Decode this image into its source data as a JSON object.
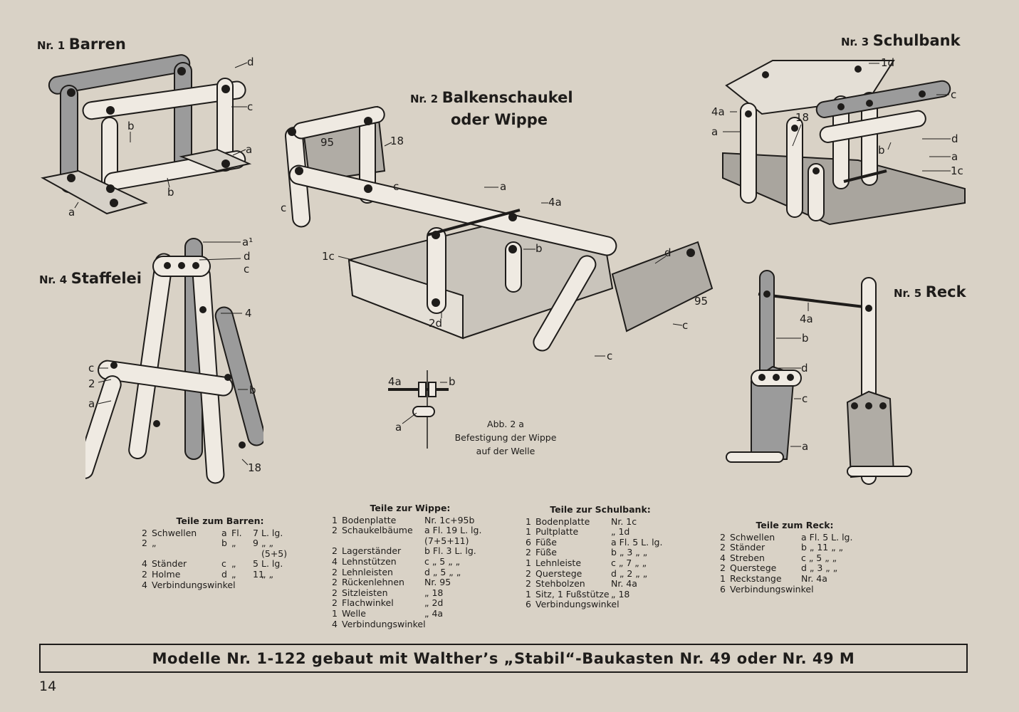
{
  "models": [
    {
      "nr": "Nr. 1",
      "name": "Barren"
    },
    {
      "nr": "Nr. 2",
      "name": "Balkenschaukel",
      "name2": "oder Wippe"
    },
    {
      "nr": "Nr. 3",
      "name": "Schulbank"
    },
    {
      "nr": "Nr. 4",
      "name": "Staffelei"
    },
    {
      "nr": "Nr. 5",
      "name": "Reck"
    }
  ],
  "figure_labels": {
    "barren": [
      "d",
      "c",
      "b",
      "a",
      "b",
      "a"
    ],
    "wippe": [
      "95",
      "18",
      "c",
      "a",
      "4a",
      "c",
      "b",
      "1c",
      "d",
      "95",
      "c",
      "2d",
      "c"
    ],
    "schulbank": [
      "1d",
      "c",
      "4a",
      "18",
      "a",
      "d",
      "b",
      "a",
      "1c"
    ],
    "staffelei": [
      "a¹",
      "d",
      "c",
      "4",
      "c",
      "2",
      "b",
      "a",
      "18"
    ],
    "reck": [
      "4a",
      "b",
      "d",
      "c",
      "a"
    ],
    "detail": [
      "4a",
      "b",
      "a"
    ]
  },
  "caption": {
    "line1": "Abb. 2 a",
    "line2": "Befestigung der Wippe",
    "line3": "auf der Welle"
  },
  "parts_barren": {
    "title": "Teile zum Barren:",
    "rows": [
      {
        "qty": "2",
        "name": "Schwellen",
        "code": "a",
        "kind": "Fl.",
        "size": "7",
        "unit": "L. lg."
      },
      {
        "qty": "2",
        "name": "„",
        "code": "b",
        "kind": "„",
        "size": "9",
        "unit": "„   „"
      },
      {
        "qty": "",
        "name": "",
        "code": "",
        "kind": "",
        "size": "",
        "unit": "(5+5)"
      },
      {
        "qty": "4",
        "name": "Ständer",
        "code": "c",
        "kind": "„",
        "size": "5",
        "unit": "L. lg."
      },
      {
        "qty": "2",
        "name": "Holme",
        "code": "d",
        "kind": "„",
        "size": "11",
        "unit": "„   „"
      },
      {
        "qty": "4",
        "name": "Verbindungswinkel",
        "code": "",
        "kind": "",
        "size": "",
        "unit": ""
      }
    ]
  },
  "parts_wippe": {
    "title": "Teile zur Wippe:",
    "rows": [
      {
        "qty": "1",
        "name": "Bodenplatte",
        "spec": "Nr. 1c+95b"
      },
      {
        "qty": "2",
        "name": "Schaukelbäume",
        "spec": "a Fl. 19 L. lg."
      },
      {
        "qty": "",
        "name": "",
        "spec": "(7+5+11)"
      },
      {
        "qty": "2",
        "name": "Lagerständer",
        "spec": "b Fl.   3 L. lg."
      },
      {
        "qty": "4",
        "name": "Lehnstützen",
        "spec": "c  „   5  „  „"
      },
      {
        "qty": "2",
        "name": "Lehnleisten",
        "spec": "d  „   5  „  „"
      },
      {
        "qty": "2",
        "name": "Rückenlehnen",
        "spec": "Nr. 95"
      },
      {
        "qty": "2",
        "name": "Sitzleisten",
        "spec": "„  18"
      },
      {
        "qty": "2",
        "name": "Flachwinkel",
        "spec": "„  2d"
      },
      {
        "qty": "1",
        "name": "Welle",
        "spec": "„  4a"
      },
      {
        "qty": "4",
        "name": "Verbindungswinkel",
        "spec": ""
      }
    ]
  },
  "parts_schulbank": {
    "title": "Teile zur Schulbank:",
    "rows": [
      {
        "qty": "1",
        "name": "Bodenplatte",
        "spec": "Nr.  1c"
      },
      {
        "qty": "1",
        "name": "Pultplatte",
        "spec": "„   1d"
      },
      {
        "qty": "6",
        "name": "Füße",
        "spec": "a Fl.  5 L. lg."
      },
      {
        "qty": "2",
        "name": "Füße",
        "spec": "b  „   3  „   „"
      },
      {
        "qty": "1",
        "name": "Lehnleiste",
        "spec": "c  „   7  „   „"
      },
      {
        "qty": "2",
        "name": "Querstege",
        "spec": "d  „   2  „   „"
      },
      {
        "qty": "2",
        "name": "Stehbolzen",
        "spec": "Nr.  4a"
      },
      {
        "qty": "1",
        "name": "Sitz, 1 Fußstütze",
        "spec": "„   18"
      },
      {
        "qty": "6",
        "name": "Verbindungswinkel",
        "spec": ""
      }
    ]
  },
  "parts_reck": {
    "title": "Teile zum Reck:",
    "rows": [
      {
        "qty": "2",
        "name": "Schwellen",
        "spec": "a Fl.  5 L. lg."
      },
      {
        "qty": "2",
        "name": "Ständer",
        "spec": "b  „   11  „  „"
      },
      {
        "qty": "4",
        "name": "Streben",
        "spec": "c  „   5  „  „"
      },
      {
        "qty": "2",
        "name": "Querstege",
        "spec": "d  „   3  „  „"
      },
      {
        "qty": "1",
        "name": "Reckstange",
        "spec": "Nr.  4a"
      },
      {
        "qty": "6",
        "name": "Verbindungswinkel",
        "spec": ""
      }
    ]
  },
  "banner": "Modelle Nr. 1-122 gebaut mit Walther’s „Stabil“-Baukasten Nr. 49 oder Nr. 49 M",
  "page_number": "14"
}
